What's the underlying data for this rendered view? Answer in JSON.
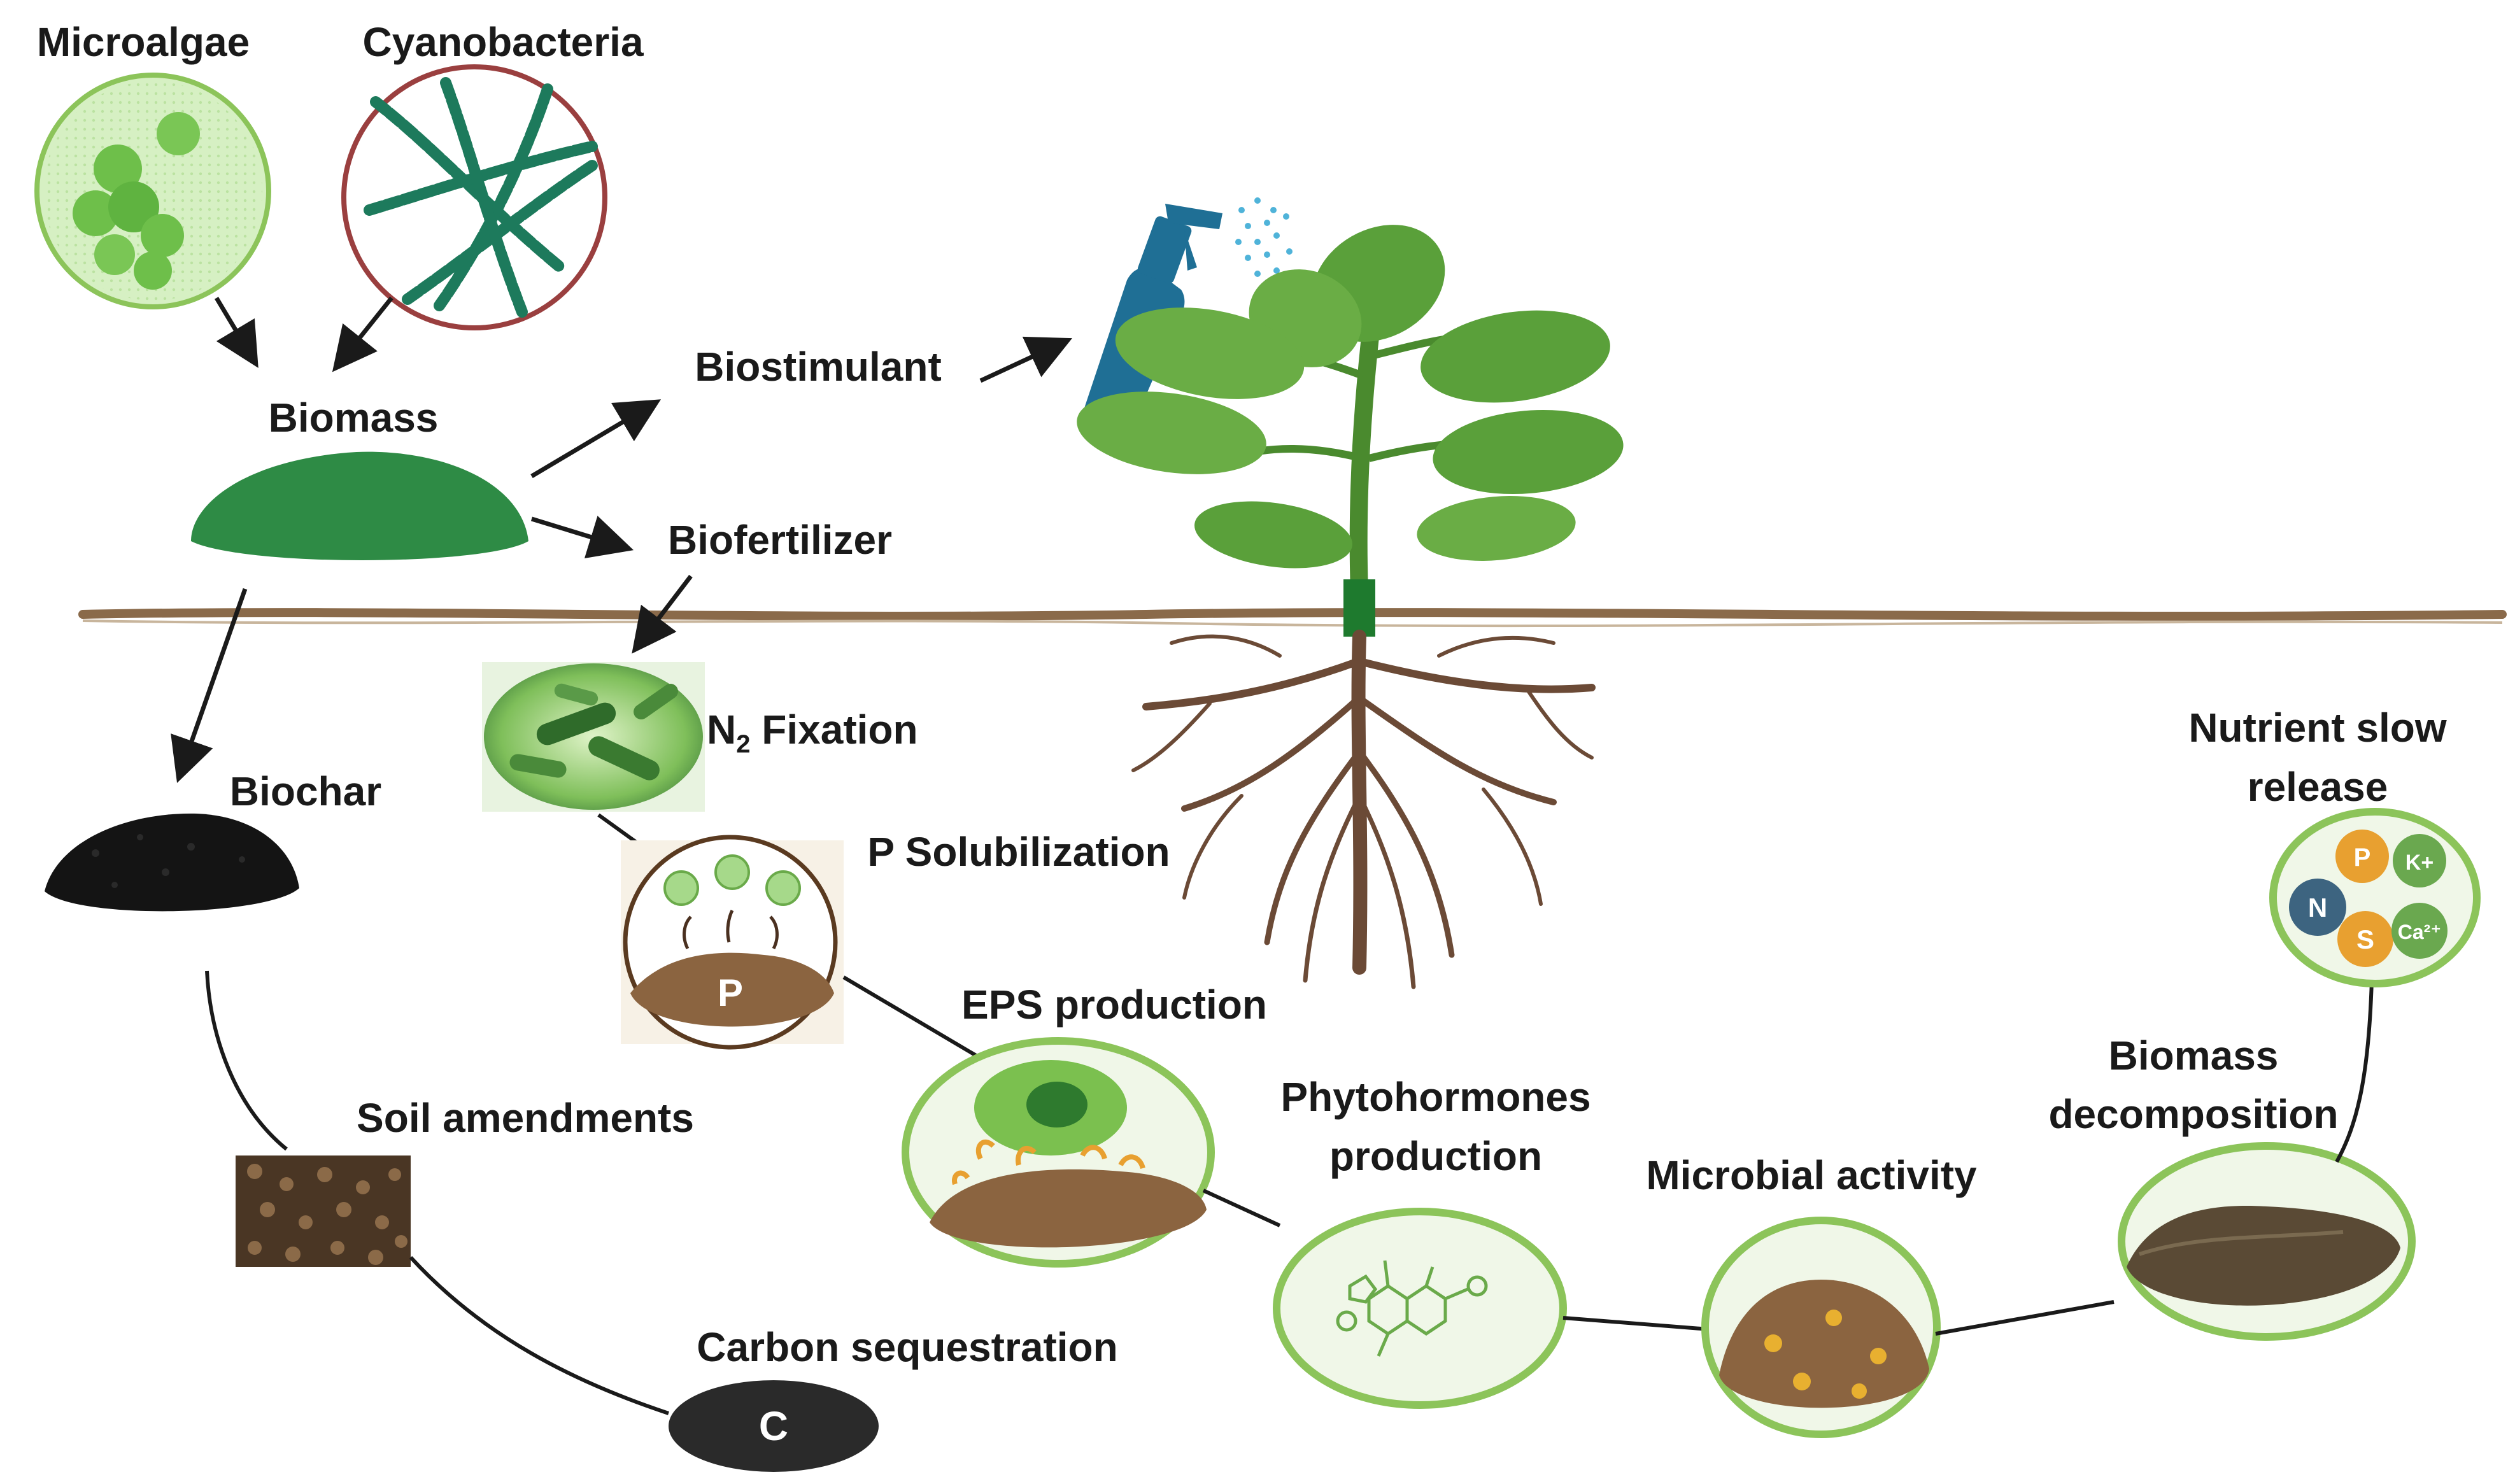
{
  "labels": {
    "microalgae": "Microalgae",
    "cyanobacteria": "Cyanobacteria",
    "biomass": "Biomass",
    "biostimulant": "Biostimulant",
    "biofertilizer": "Biofertilizer",
    "biochar": "Biochar",
    "n2_fixation_n": "N",
    "n2_fixation_sub": "2",
    "n2_fixation_rest": " Fixation",
    "p_solubilization": "P Solubilization",
    "eps_production": "EPS production",
    "soil_amendments": "Soil amendments",
    "carbon_sequestration": "Carbon sequestration",
    "phytohormones_line1": "Phytohormones",
    "phytohormones_line2": "production",
    "microbial_activity": "Microbial activity",
    "biomass_decomp_line1": "Biomass",
    "biomass_decomp_line2": "decomposition",
    "nutrient_line1": "Nutrient slow",
    "nutrient_line2": "release"
  },
  "badges": {
    "phosphorus": "P",
    "carbon": "C",
    "nitrogen": "N",
    "potassium": "K+",
    "sulfur": "S",
    "calcium": "Ca²⁺"
  },
  "colors": {
    "biomass_green": "#2e8b45",
    "soil_line": "#8a6a4a",
    "root_brown": "#6b4a36",
    "ring_green": "#8cc45a",
    "soil_fill": "#8b6440",
    "biochar_black": "#141414",
    "spray_blue": "#1f6f95",
    "leaf_green": "#5a9a3a",
    "nutrient_orange": "#e8a030",
    "nutrient_blue": "#3d6480",
    "nutrient_green": "#6aa84f"
  }
}
